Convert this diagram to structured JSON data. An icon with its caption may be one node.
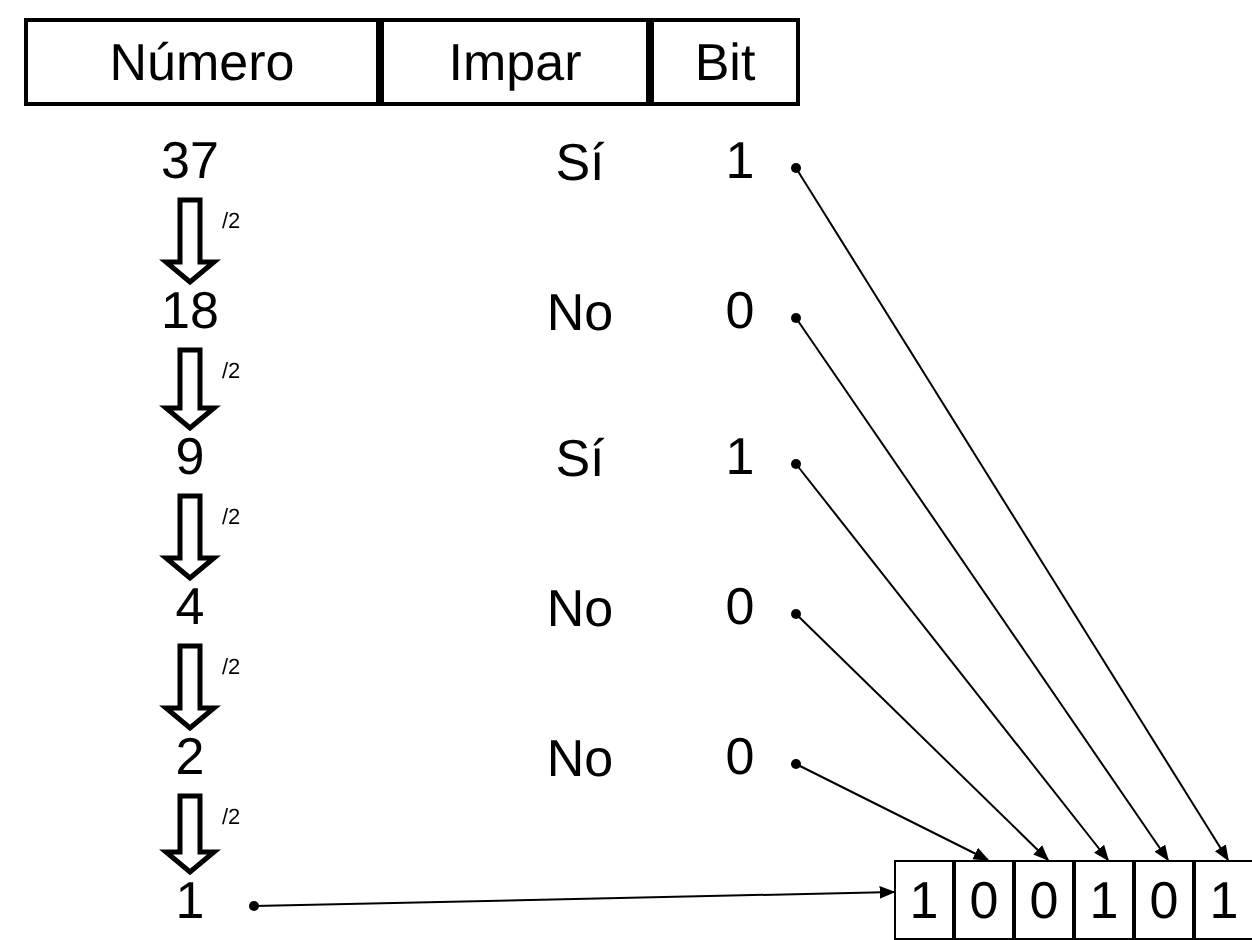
{
  "diagram": {
    "nodes": [
      {
        "text": [
          "Número"
        ]
      },
      {
        "text": [
          "Impar"
        ]
      },
      {
        "text": [
          "Bit"
        ]
      },
      {
        "text": [
          "37"
        ]
      },
      {
        "text": [
          "1"
        ]
      },
      {
        "text": [
          "18"
        ]
      },
      {
        "text": [
          "0"
        ]
      },
      {
        "text": [
          "9"
        ]
      },
      {
        "text": [
          "1"
        ]
      },
      {
        "text": [
          "4"
        ]
      },
      {
        "text": [
          "0"
        ]
      },
      {
        "text": [
          "2"
        ]
      },
      {
        "text": [
          "0"
        ]
      },
      {
        "text": [
          "1"
        ]
      },
      {
        "text": [
          "1"
        ]
      },
      {
        "text": [
          "0"
        ]
      },
      {
        "text": [
          "0"
        ]
      },
      {
        "text": [
          "1"
        ]
      },
      {
        "text": [
          "0"
        ]
      },
      {
        "text": [
          "1"
        ]
      }
    ],
    "edges": [
      {
        "from": 3,
        "to": 5,
        "arrow": "to",
        "label": "/2"
      },
      {
        "from": 5,
        "to": 7,
        "arrow": "to",
        "label": "/2"
      },
      {
        "from": 7,
        "to": 9,
        "arrow": "to",
        "label": "/2"
      },
      {
        "from": 9,
        "to": 11,
        "arrow": "to",
        "label": "/2"
      },
      {
        "from": 11,
        "to": 13,
        "arrow": "to",
        "label": "/2"
      },
      {
        "from": 4,
        "to": 19,
        "arrow": "to"
      },
      {
        "from": 6,
        "to": 18,
        "arrow": "to"
      },
      {
        "from": 8,
        "to": 17,
        "arrow": "to"
      },
      {
        "from": 10,
        "to": 16,
        "arrow": "to"
      },
      {
        "from": 12,
        "to": 15,
        "arrow": "to"
      },
      {
        "from": 13,
        "to": 14,
        "arrow": "to"
      }
    ],
    "labels": [
      "Sí",
      "No",
      "Sí",
      "No",
      "No"
    ]
  }
}
